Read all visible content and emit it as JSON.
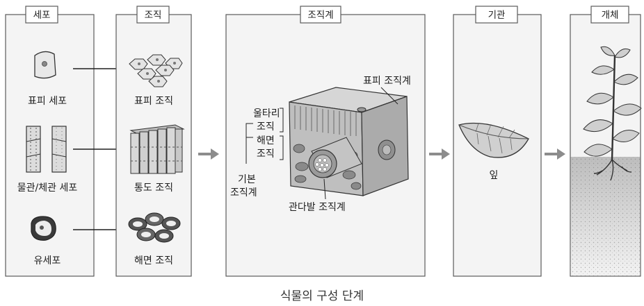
{
  "stages": {
    "cell": {
      "title": "세포",
      "items": [
        "표피 세포",
        "물관/체관 세포",
        "유세포"
      ]
    },
    "tissue": {
      "title": "조직",
      "items": [
        "표피 조직",
        "통도 조직",
        "해면 조직"
      ]
    },
    "tissue_system": {
      "title": "조직계",
      "labels": {
        "epidermal": "표피 조직계",
        "palisade_1": "울타리",
        "palisade_2": "조직",
        "spongy_1": "해면",
        "spongy_2": "조직",
        "ground_1": "기본",
        "ground_2": "조직계",
        "vascular": "관다발 조직계"
      }
    },
    "organ": {
      "title": "기관",
      "item": "잎"
    },
    "organism": {
      "title": "개체"
    }
  },
  "caption": "식물의 구성 단계",
  "colors": {
    "panel_bg": "#f4f4f4",
    "border": "#5a5a5a",
    "arrow": "#8c8c8c",
    "soil": "#c9c9c9"
  },
  "icons": [
    "epidermal-cell-icon",
    "xylem-phloem-cell-icon",
    "parenchyma-cell-icon",
    "epidermal-tissue-icon",
    "vascular-tissue-icon",
    "spongy-tissue-icon",
    "leaf-cross-section-icon",
    "leaf-icon",
    "plant-icon"
  ]
}
